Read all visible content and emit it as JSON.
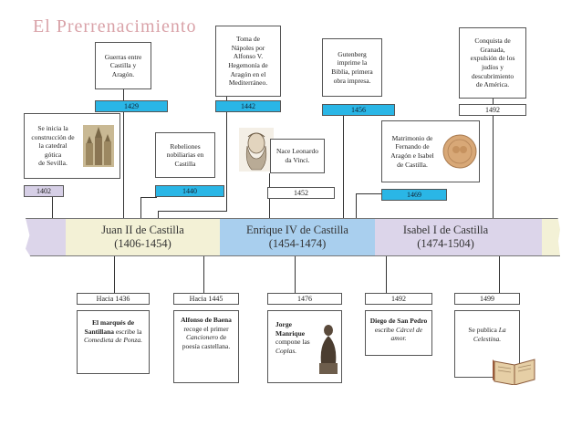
{
  "title": "El Prerrenacimiento",
  "eras": [
    {
      "name": "Juan II de Castilla",
      "range": "(1406-1454)"
    },
    {
      "name": "Enrique IV de Castilla",
      "range": "(1454-1474)"
    },
    {
      "name": "Isabel I de Castilla",
      "range": "(1474-1504)"
    }
  ],
  "top_events": [
    {
      "year": "1402",
      "lines": [
        "Se inicia la",
        "construcción de",
        "la catedral",
        "gótica",
        "de Sevilla."
      ]
    },
    {
      "year": "1429",
      "lines": [
        "Guerras entre",
        "Castilla y",
        "Aragón."
      ]
    },
    {
      "year": "1440",
      "lines": [
        "Rebeliones",
        "nobiliarias en",
        "Castilla"
      ]
    },
    {
      "year": "1442",
      "lines": [
        "Toma de",
        "Nápoles por",
        "Alfonso V.",
        "Hegemonía de",
        "Aragón en el",
        "Mediterráneo."
      ]
    },
    {
      "year": "1452",
      "lines": [
        "Nace Leonardo",
        "da Vinci."
      ]
    },
    {
      "year": "1456",
      "lines": [
        "Gutenberg",
        "imprime la",
        "Biblia, primera",
        "obra impresa."
      ]
    },
    {
      "year": "1469",
      "lines": [
        "Matrimonio de",
        "Fernando de",
        "Aragón e Isabel",
        "de Castilla."
      ]
    },
    {
      "year": "1492",
      "lines": [
        "Conquista de",
        "Granada,",
        "expulsión de los",
        "judíos y",
        "descubrimiento",
        "de América."
      ]
    }
  ],
  "bottom_events": [
    {
      "year": "Hacia 1436",
      "bold": "El marqués de Santillana",
      "text": "escribe la",
      "italic": "Comedieta de Ponza."
    },
    {
      "year": "Hacia 1445",
      "bold": "Alfonso de Baena",
      "text": "recoge el primer",
      "italic": "Cancionero",
      "text2": "de poesía castellana."
    },
    {
      "year": "1476",
      "bold": "Jorge Manrique",
      "text": "compone las",
      "italic": "Coplas."
    },
    {
      "year": "1492",
      "bold": "Diego de San Pedro",
      "text": "escribe",
      "italic": "Cárcel de amor."
    },
    {
      "year": "1499",
      "bold": "",
      "text": "Se publica",
      "italic": "La Celestina."
    }
  ],
  "colors": {
    "title": "#d9a2a8",
    "year_blue": "#2ab6e6",
    "year_lavender": "#d6cfe6",
    "band_green": "#f3f1d6",
    "band_blue": "#a9cfee",
    "band_lilac": "#dcd5ea"
  }
}
